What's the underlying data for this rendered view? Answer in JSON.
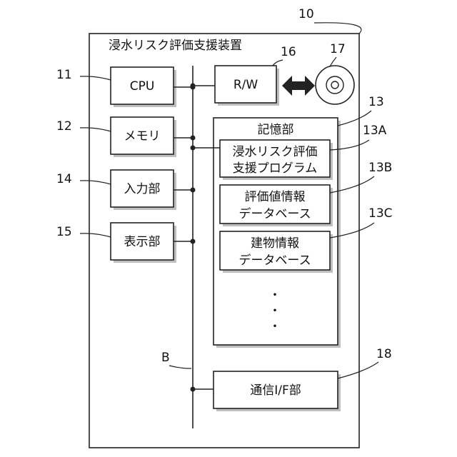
{
  "device": {
    "title": "浸水リスク評価支援装置",
    "ref": "10"
  },
  "cpu": {
    "label": "CPU",
    "ref": "11"
  },
  "memory": {
    "label": "メモリ",
    "ref": "12"
  },
  "input_unit": {
    "label": "入力部",
    "ref": "14"
  },
  "display_unit": {
    "label": "表示部",
    "ref": "15"
  },
  "rw": {
    "label": "R/W",
    "ref": "16"
  },
  "disc": {
    "ref": "17"
  },
  "storage": {
    "label": "記憶部",
    "ref": "13",
    "program": {
      "line1": "浸水リスク評価",
      "line2": "支援プログラム",
      "ref": "13A"
    },
    "eval_db": {
      "line1": "評価値情報",
      "line2": "データベース",
      "ref": "13B"
    },
    "building_db": {
      "line1": "建物情報",
      "line2": "データベース",
      "ref": "13C"
    },
    "ellipsis": "・"
  },
  "comm": {
    "label": "通信I/F部",
    "ref": "18"
  },
  "bus": {
    "ref": "B"
  }
}
